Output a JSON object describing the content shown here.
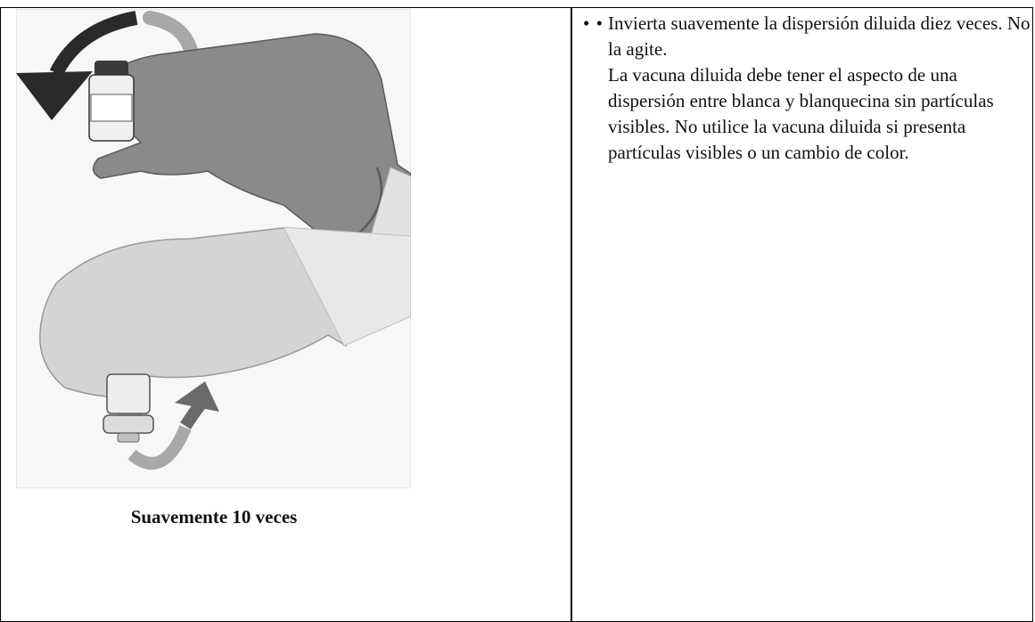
{
  "caption": "Suavemente 10 veces",
  "instructions": {
    "bullet_glyph": "• •",
    "line1": "Invierta suavemente la dispersión diluida diez veces. No la agite.",
    "line2": "La vacuna diluida debe tener el aspecto de una dispersión entre blanca y blanquecina sin partículas visibles. No utilice la vacuna diluida si presenta partículas visibles o un cambio de color."
  },
  "illustration": {
    "icon": "hands-inverting-vial-illustration",
    "colors": {
      "upper_glove": "#8a8a8a",
      "lower_glove": "#d4d4d4",
      "arrow": "#6a6a6a",
      "arrow_shade": "#a8a8a8"
    }
  }
}
